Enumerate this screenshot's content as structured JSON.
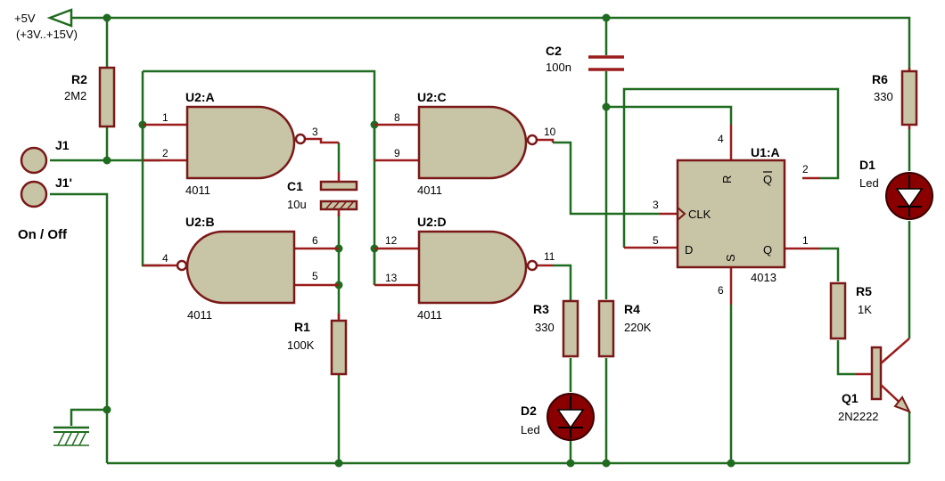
{
  "power": {
    "label": "+5V",
    "range": "(+3V..+15V)"
  },
  "switch": {
    "label": "On / Off"
  },
  "parts": {
    "r2": {
      "ref": "R2",
      "value": "2M2"
    },
    "r6": {
      "ref": "R6",
      "value": "330"
    },
    "c2": {
      "ref": "C2",
      "value": "100n"
    },
    "c1": {
      "ref": "C1",
      "value": "10u"
    },
    "r1": {
      "ref": "R1",
      "value": "100K"
    },
    "r3": {
      "ref": "R3",
      "value": "330"
    },
    "r4": {
      "ref": "R4",
      "value": "220K"
    },
    "r5": {
      "ref": "R5",
      "value": "1K"
    },
    "d1": {
      "ref": "D1",
      "value": "Led"
    },
    "d2": {
      "ref": "D2",
      "value": "Led"
    },
    "q1": {
      "ref": "Q1",
      "value": "2N2222"
    },
    "j1": {
      "ref": "J1"
    },
    "j1b": {
      "ref": "J1'"
    },
    "u2a": {
      "ref": "U2:A",
      "value": "4011",
      "pins": [
        "1",
        "2",
        "3"
      ]
    },
    "u2b": {
      "ref": "U2:B",
      "value": "4011",
      "pins": [
        "4",
        "6",
        "5"
      ]
    },
    "u2c": {
      "ref": "U2:C",
      "value": "4011",
      "pins": [
        "8",
        "9",
        "10"
      ]
    },
    "u2d": {
      "ref": "U2:D",
      "value": "4011",
      "pins": [
        "12",
        "13",
        "11"
      ]
    },
    "u1a": {
      "ref": "U1:A",
      "value": "4013",
      "pin_labels": {
        "r": "R",
        "qbar": "Q",
        "clk": "CLK",
        "d": "D",
        "s": "S",
        "q": "Q"
      },
      "pins": {
        "r": "4",
        "qbar": "2",
        "clk": "3",
        "d": "5",
        "s": "6",
        "q": "1"
      }
    }
  }
}
